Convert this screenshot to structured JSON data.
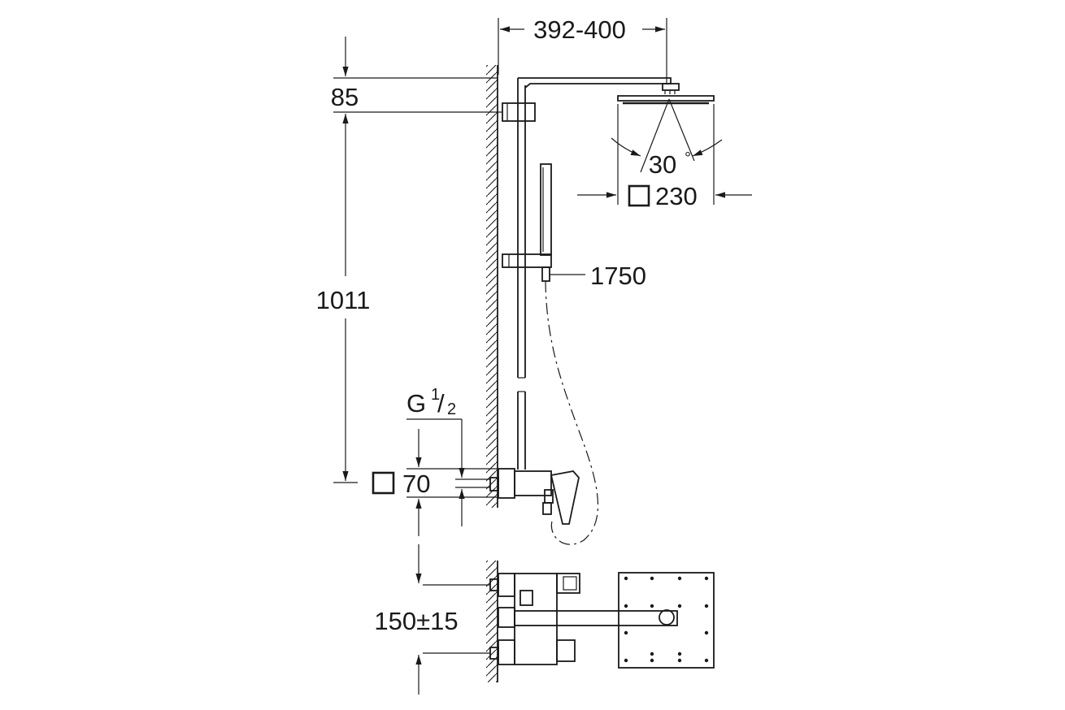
{
  "dimensions": {
    "arm_reach": "392-400",
    "top_offset": "85",
    "column_height": "1011",
    "tilt_angle": "30",
    "angle_unit": "°",
    "head_size": "230",
    "hand_shower_height": "1750",
    "connection_thread": "G",
    "thread_fraction_num": "1",
    "thread_fraction_den": "2",
    "rosette_size": "70",
    "inlet_spacing": "150±15"
  }
}
